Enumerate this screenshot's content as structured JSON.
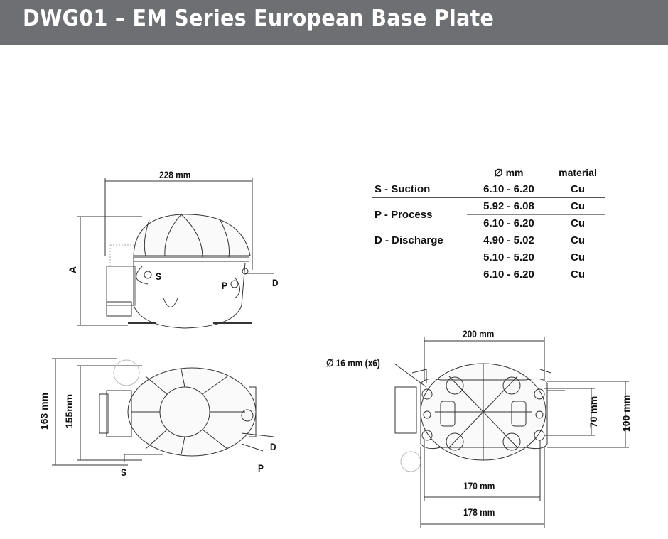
{
  "header": {
    "title": "DWG01 – EM Series European Base Plate"
  },
  "side_view": {
    "width_dim": "228 mm",
    "height_dim": "A",
    "labels": {
      "S": "S",
      "P": "P",
      "D": "D"
    }
  },
  "top_view": {
    "dim_outer": "163 mm",
    "dim_inner": "155mm",
    "labels": {
      "S": "S",
      "P": "P",
      "D": "D"
    }
  },
  "plate_view": {
    "dim_top": "200 mm",
    "hole_note": "∅ 16 mm (x6)",
    "dim_70": "70 mm",
    "dim_100": "100 mm",
    "dim_170": "170 mm",
    "dim_178": "178 mm"
  },
  "connections_table": {
    "headers": [
      "",
      "∅ mm",
      "material"
    ],
    "rows": [
      {
        "connection": "S - Suction",
        "diameter": "6.10 - 6.20",
        "material": "Cu"
      },
      {
        "connection": "P - Process",
        "diameter": "5.92 - 6.08",
        "material": "Cu"
      },
      {
        "connection": "",
        "diameter": "6.10 - 6.20",
        "material": "Cu"
      },
      {
        "connection": "D - Discharge",
        "diameter": "4.90 - 5.02",
        "material": "Cu"
      },
      {
        "connection": "",
        "diameter": "5.10 - 5.20",
        "material": "Cu"
      },
      {
        "connection": "",
        "diameter": "6.10 - 6.20",
        "material": "Cu"
      }
    ]
  }
}
